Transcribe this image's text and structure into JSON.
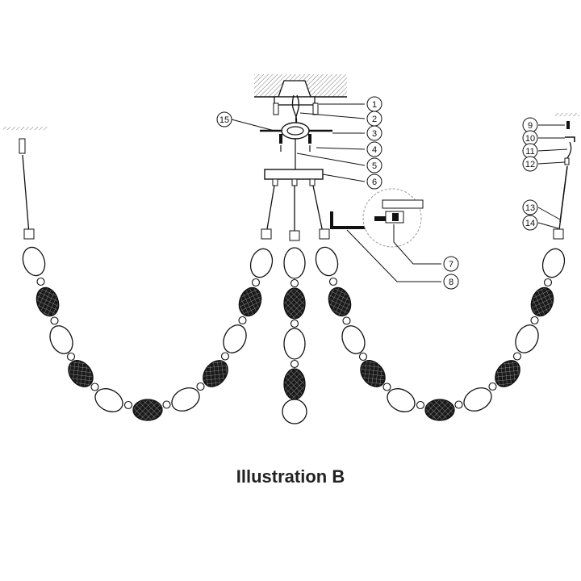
{
  "caption": "Illustration B",
  "callouts": [
    "1",
    "2",
    "3",
    "4",
    "5",
    "6",
    "7",
    "8",
    "9",
    "10",
    "11",
    "12",
    "13",
    "14",
    "15"
  ],
  "colors": {
    "line": "#111111",
    "background": "#ffffff",
    "dark_bead": "#222222"
  },
  "bead_pattern": [
    "clear",
    "dark",
    "clear",
    "dark",
    "clear",
    "dark"
  ]
}
